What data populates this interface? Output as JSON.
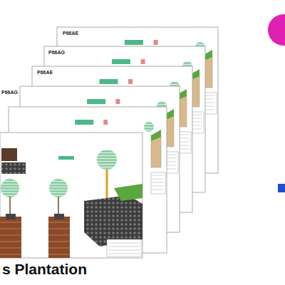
{
  "diagram": {
    "title": "s Plantation",
    "labels": [
      "P66AE",
      "P66AG",
      "P66AE",
      "P66AG"
    ]
  }
}
